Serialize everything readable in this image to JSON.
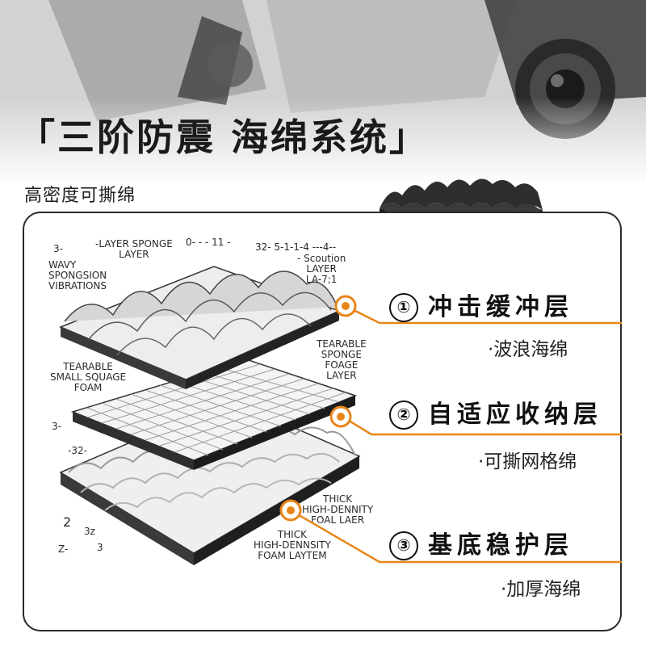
{
  "header": {
    "title": "「三阶防震 海绵系统」"
  },
  "subtitle": "高密度可撕绵",
  "colors": {
    "accent": "#e8861a",
    "foam": "#2b2b2b",
    "text": "#111111"
  },
  "layers": [
    {
      "number": "①",
      "title": "冲击缓冲层",
      "desc": "·波浪海绵"
    },
    {
      "number": "②",
      "title": "自适应收纳层",
      "desc": "·可撕网格绵"
    },
    {
      "number": "③",
      "title": "基底稳护层",
      "desc": "·加厚海绵"
    }
  ],
  "sketch_labels": {
    "top_left_num": "3-  ",
    "top_left_text": "WAVY\nSPONGSION\nVIBRATIONS",
    "layer_sponge": "-LAYER SPONGE\nLAYER",
    "top_mid_marks": "0- - - 11 -",
    "top_right_marks": "32-  5-1-1-4 ---4--",
    "scoution_layer": "- Scoution\nLAYER\nLA-7;1",
    "tearable_small": "TEARABLE\nSMALL SQUAGE\nFOAM",
    "tearable_right": "TEARABLE\nSPONGE\nFOAGE\nLAYER",
    "mark_3": "3-",
    "mark_32": "-32-",
    "thick_right": "THICK\nHIGH-DENNITY\nFOAL LAER",
    "thick_bottom": "THICK\nHIGH-DENNSITY\nFOAM LAYTEM",
    "bl_2": "2",
    "bl_32": "3z",
    "bl_z": "Z-",
    "bl_3": "3"
  }
}
